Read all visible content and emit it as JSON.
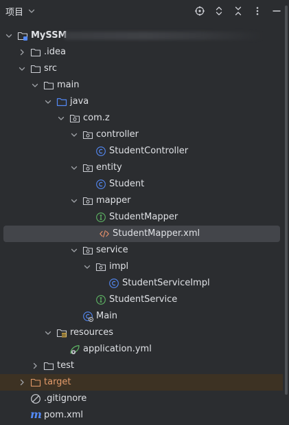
{
  "header": {
    "title": "项目"
  },
  "tree": {
    "root": "MySSM",
    "idea": ".idea",
    "src": "src",
    "main": "main",
    "java": "java",
    "comz": "com.z",
    "controller": "controller",
    "student_controller": "StudentController",
    "entity": "entity",
    "student": "Student",
    "mapper": "mapper",
    "student_mapper": "StudentMapper",
    "student_mapper_xml": "StudentMapper.xml",
    "service": "service",
    "impl": "impl",
    "student_service_impl": "StudentServiceImpl",
    "student_service": "StudentService",
    "main_class": "Main",
    "resources": "resources",
    "application_yml": "application.yml",
    "test": "test",
    "target": "target",
    "gitignore": ".gitignore",
    "pom": "pom.xml"
  },
  "colors": {
    "background": "#2b2d30",
    "selection": "#43454a",
    "excluded_row": "#3d3223",
    "class_icon": "#548af7",
    "interface_icon": "#5fb865",
    "xml_icon": "#e8916a",
    "target_text": "#e39b6a"
  }
}
